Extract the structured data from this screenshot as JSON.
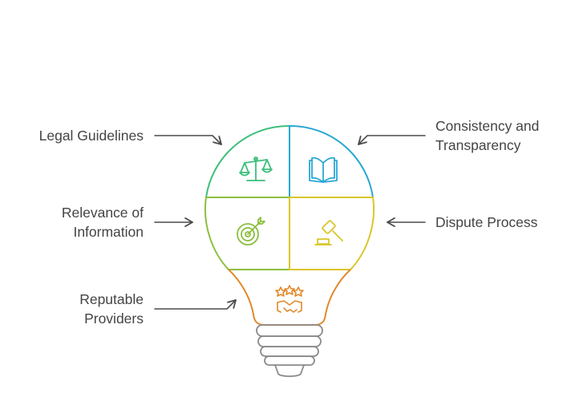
{
  "diagram": {
    "labels": {
      "legal_guidelines": {
        "line1": "Legal Guidelines"
      },
      "consistency": {
        "line1": "Consistency and",
        "line2": "Transparency"
      },
      "relevance": {
        "line1": "Relevance of",
        "line2": "Information"
      },
      "dispute": {
        "line1": "Dispute Process"
      },
      "reputable": {
        "line1": "Reputable",
        "line2": "Providers"
      }
    },
    "colors": {
      "green": "#3dbf7c",
      "blue": "#2aa7d4",
      "lime": "#8bbf3f",
      "yellow": "#d9c62b",
      "orange": "#e08a2c",
      "gray": "#7a7a7a",
      "text": "#444444",
      "arrow": "#4a4a4a"
    },
    "icons": {
      "legal_guidelines": "scales-icon",
      "consistency": "book-icon",
      "relevance": "target-icon",
      "dispute": "gavel-icon",
      "reputable": "handshake-stars-icon"
    }
  }
}
